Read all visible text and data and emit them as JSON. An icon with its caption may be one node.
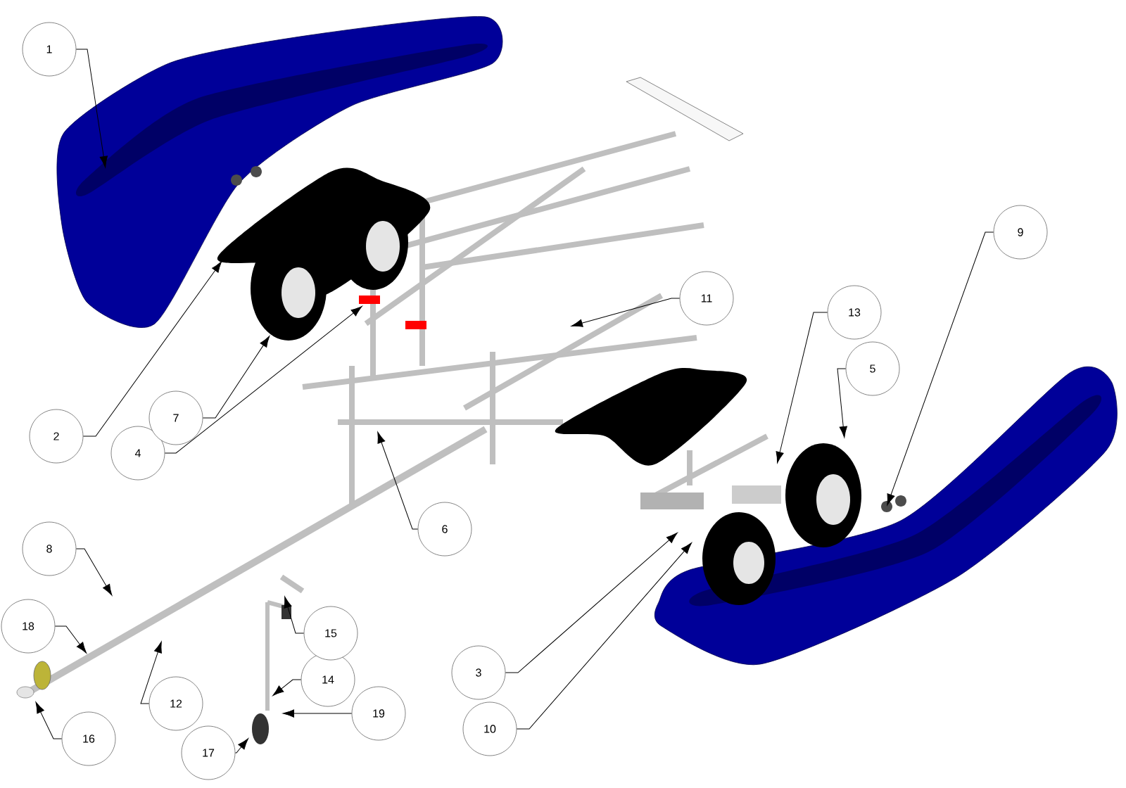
{
  "diagram": {
    "nodes": [
      {
        "text": [
          "1"
        ]
      },
      {
        "text": [
          "2"
        ]
      },
      {
        "text": [
          "3"
        ]
      },
      {
        "text": [
          "4"
        ]
      },
      {
        "text": [
          "5"
        ]
      },
      {
        "text": [
          "6"
        ]
      },
      {
        "text": [
          "7"
        ]
      },
      {
        "text": [
          "8"
        ]
      },
      {
        "text": [
          "9"
        ]
      },
      {
        "text": [
          "10"
        ]
      },
      {
        "text": [
          "11"
        ]
      },
      {
        "text": [
          "12"
        ]
      },
      {
        "text": [
          "13"
        ]
      },
      {
        "text": [
          "14"
        ]
      },
      {
        "text": [
          "15"
        ]
      },
      {
        "text": [
          "16"
        ]
      },
      {
        "text": [
          "17"
        ]
      },
      {
        "text": [
          "18"
        ]
      },
      {
        "text": [
          "19"
        ]
      }
    ],
    "edges": [
      {
        "from": 0,
        "to": null,
        "arrow": "to"
      },
      {
        "from": 1,
        "to": null,
        "arrow": "to"
      },
      {
        "from": 2,
        "to": null,
        "arrow": "to"
      },
      {
        "from": 3,
        "to": null,
        "arrow": "to"
      },
      {
        "from": 4,
        "to": null,
        "arrow": "to"
      },
      {
        "from": 5,
        "to": null,
        "arrow": "to"
      },
      {
        "from": 6,
        "to": null,
        "arrow": "to"
      },
      {
        "from": 7,
        "to": null,
        "arrow": "to"
      },
      {
        "from": 8,
        "to": null,
        "arrow": "to"
      },
      {
        "from": 9,
        "to": null,
        "arrow": "to"
      },
      {
        "from": 10,
        "to": null,
        "arrow": "to"
      },
      {
        "from": 11,
        "to": null,
        "arrow": "to"
      },
      {
        "from": 12,
        "to": null,
        "arrow": "to"
      },
      {
        "from": 13,
        "to": null,
        "arrow": "to"
      },
      {
        "from": 14,
        "to": null,
        "arrow": "to"
      },
      {
        "from": 15,
        "to": null,
        "arrow": "to"
      },
      {
        "from": 16,
        "to": null,
        "arrow": "to"
      },
      {
        "from": 17,
        "to": null,
        "arrow": "to"
      },
      {
        "from": 18,
        "to": null,
        "arrow": "to"
      }
    ]
  }
}
